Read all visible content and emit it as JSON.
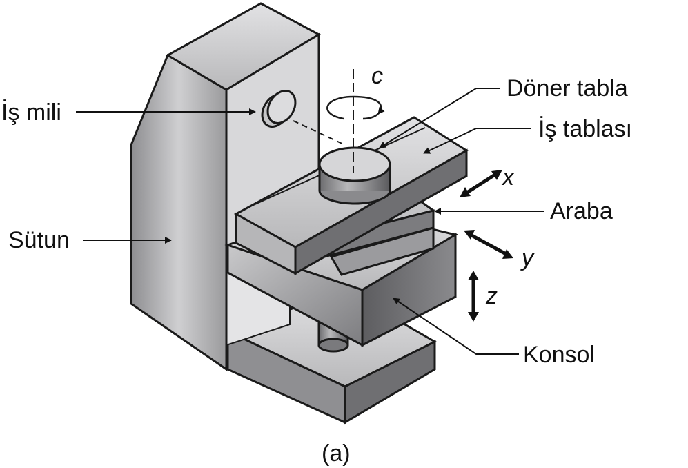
{
  "labels": {
    "is_mili": "İş mili",
    "sutun": "Sütun",
    "doner_tabla": "Döner tabla",
    "is_tablasi": "İş tablası",
    "araba": "Araba",
    "konsol": "Konsol"
  },
  "axes": {
    "c": "c",
    "x": "x",
    "y": "y",
    "z": "z"
  },
  "caption": "(a)",
  "colors": {
    "outline": "#1a1a1a",
    "face_light": "#d0d0d2",
    "face_mid": "#a9a9ab",
    "face_dark": "#6f6f72"
  }
}
